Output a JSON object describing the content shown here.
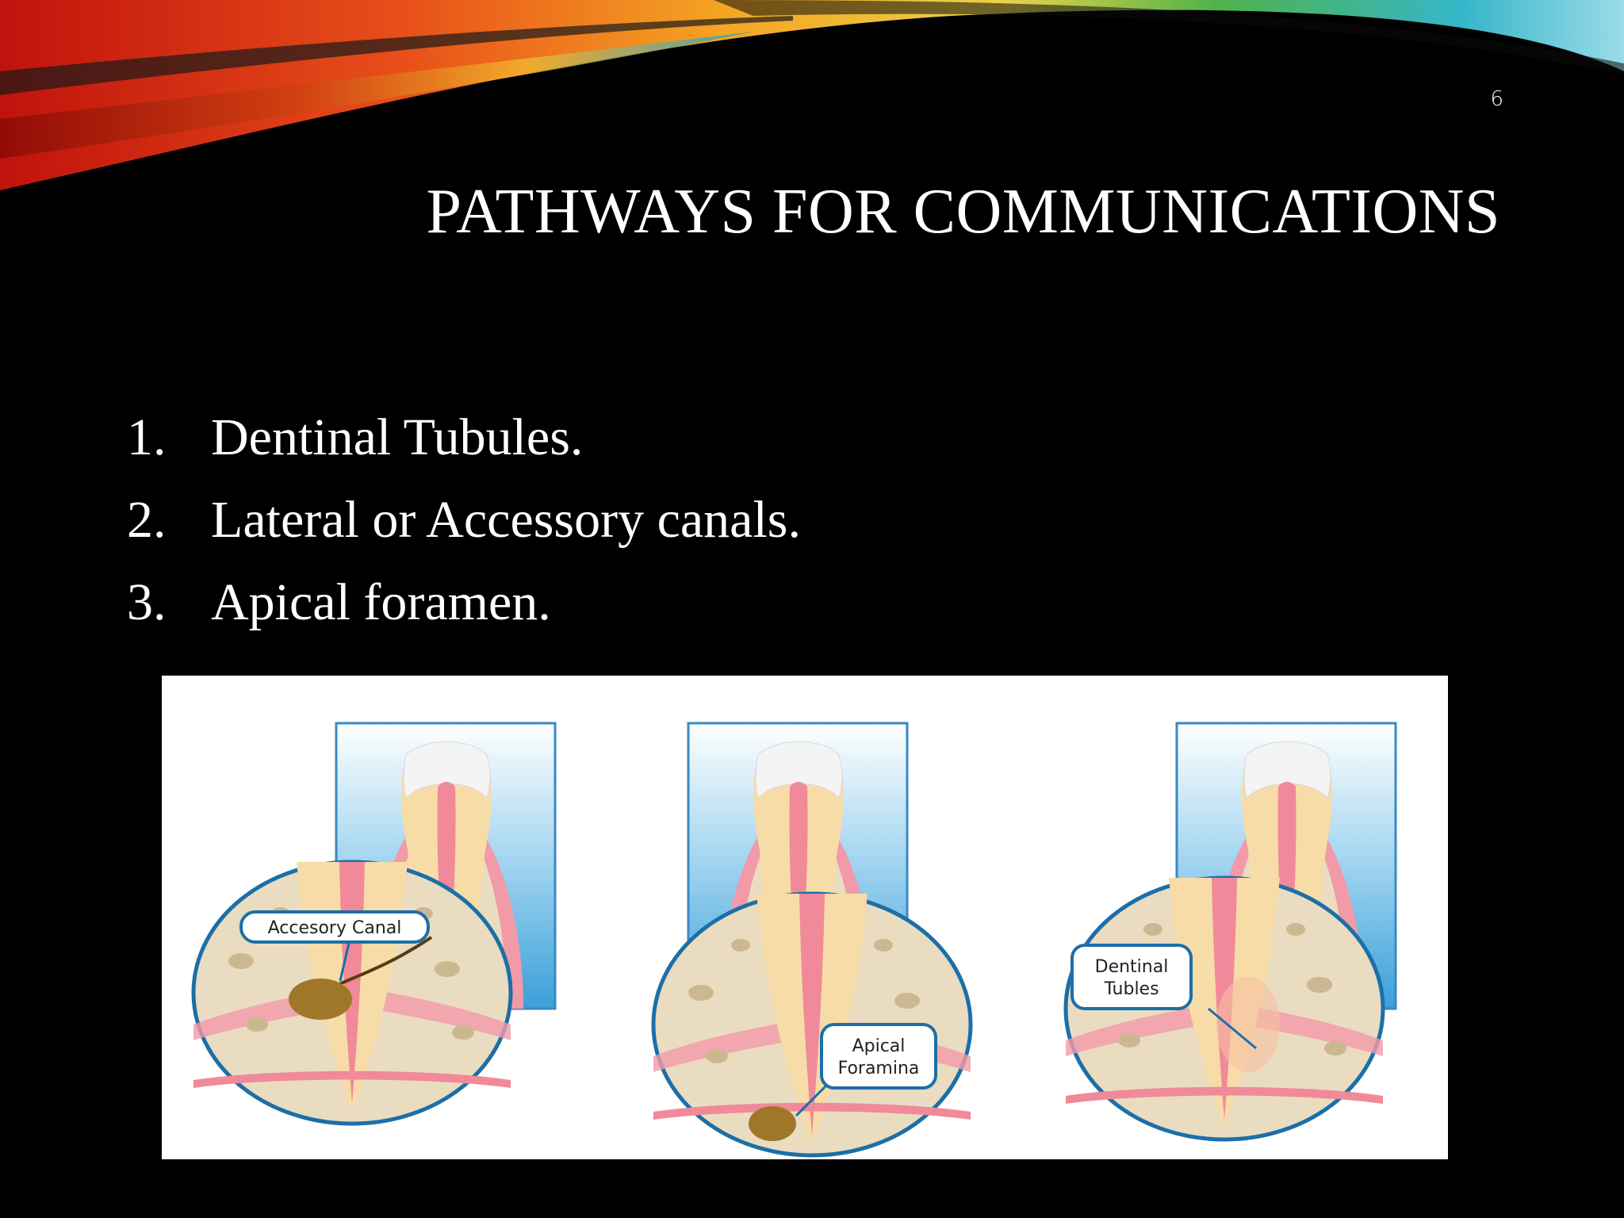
{
  "slide": {
    "number": "6",
    "title": "PATHWAYS FOR COMMUNICATIONS"
  },
  "list": [
    {
      "num": "1.",
      "text": "Dentinal Tubules."
    },
    {
      "num": "2.",
      "text": "Lateral or Accessory canals."
    },
    {
      "num": "3.",
      "text": "Apical foramen."
    }
  ],
  "figure": {
    "callouts": {
      "accessory": "Accesory Canal",
      "apical_line1": "Apical",
      "apical_line2": "Foramina",
      "dentinal_line1": "Dentinal",
      "dentinal_line2": "Tubles"
    }
  },
  "colors": {
    "background": "#000000",
    "text": "#ffffff",
    "enamel": "#f4f4f4",
    "dentin": "#f7dca8",
    "pulp": "#f08a9a",
    "gum": "#f29aa8",
    "bone": "#e9dcc0",
    "lens_border": "#1c6fa8"
  }
}
